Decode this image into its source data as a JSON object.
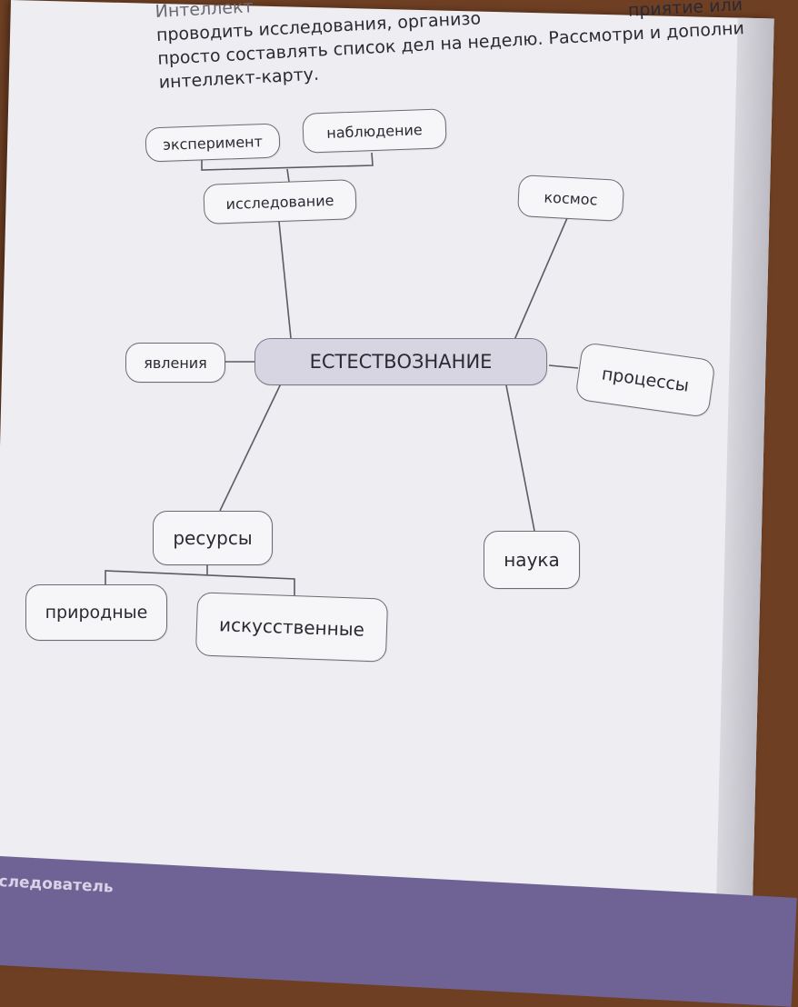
{
  "intro": {
    "line0": "Интеллект",
    "line1": "проводить исследования, организо",
    "line1_right": "приятие или",
    "line2": "просто составлять список дел на неделю. Рассмотри и дополни",
    "line3": "интеллект-карту."
  },
  "mindmap": {
    "center": "ЕСТЕСТВОЗНАНИЕ",
    "branches": {
      "research": "исследование",
      "experiment": "эксперимент",
      "observation": "наблюдение",
      "space": "космос",
      "phenomena": "явления",
      "processes": "процессы",
      "resources": "ресурсы",
      "natural": "природные",
      "artificial": "искусственные",
      "science": "наука"
    }
  },
  "footer": {
    "section_label": "следователь"
  },
  "colors": {
    "page": "#eeedf1",
    "center_fill": "#d8d5e2",
    "node_border": "#6c6a74",
    "footer": "#6f6395",
    "desk": "#6e3f23"
  }
}
